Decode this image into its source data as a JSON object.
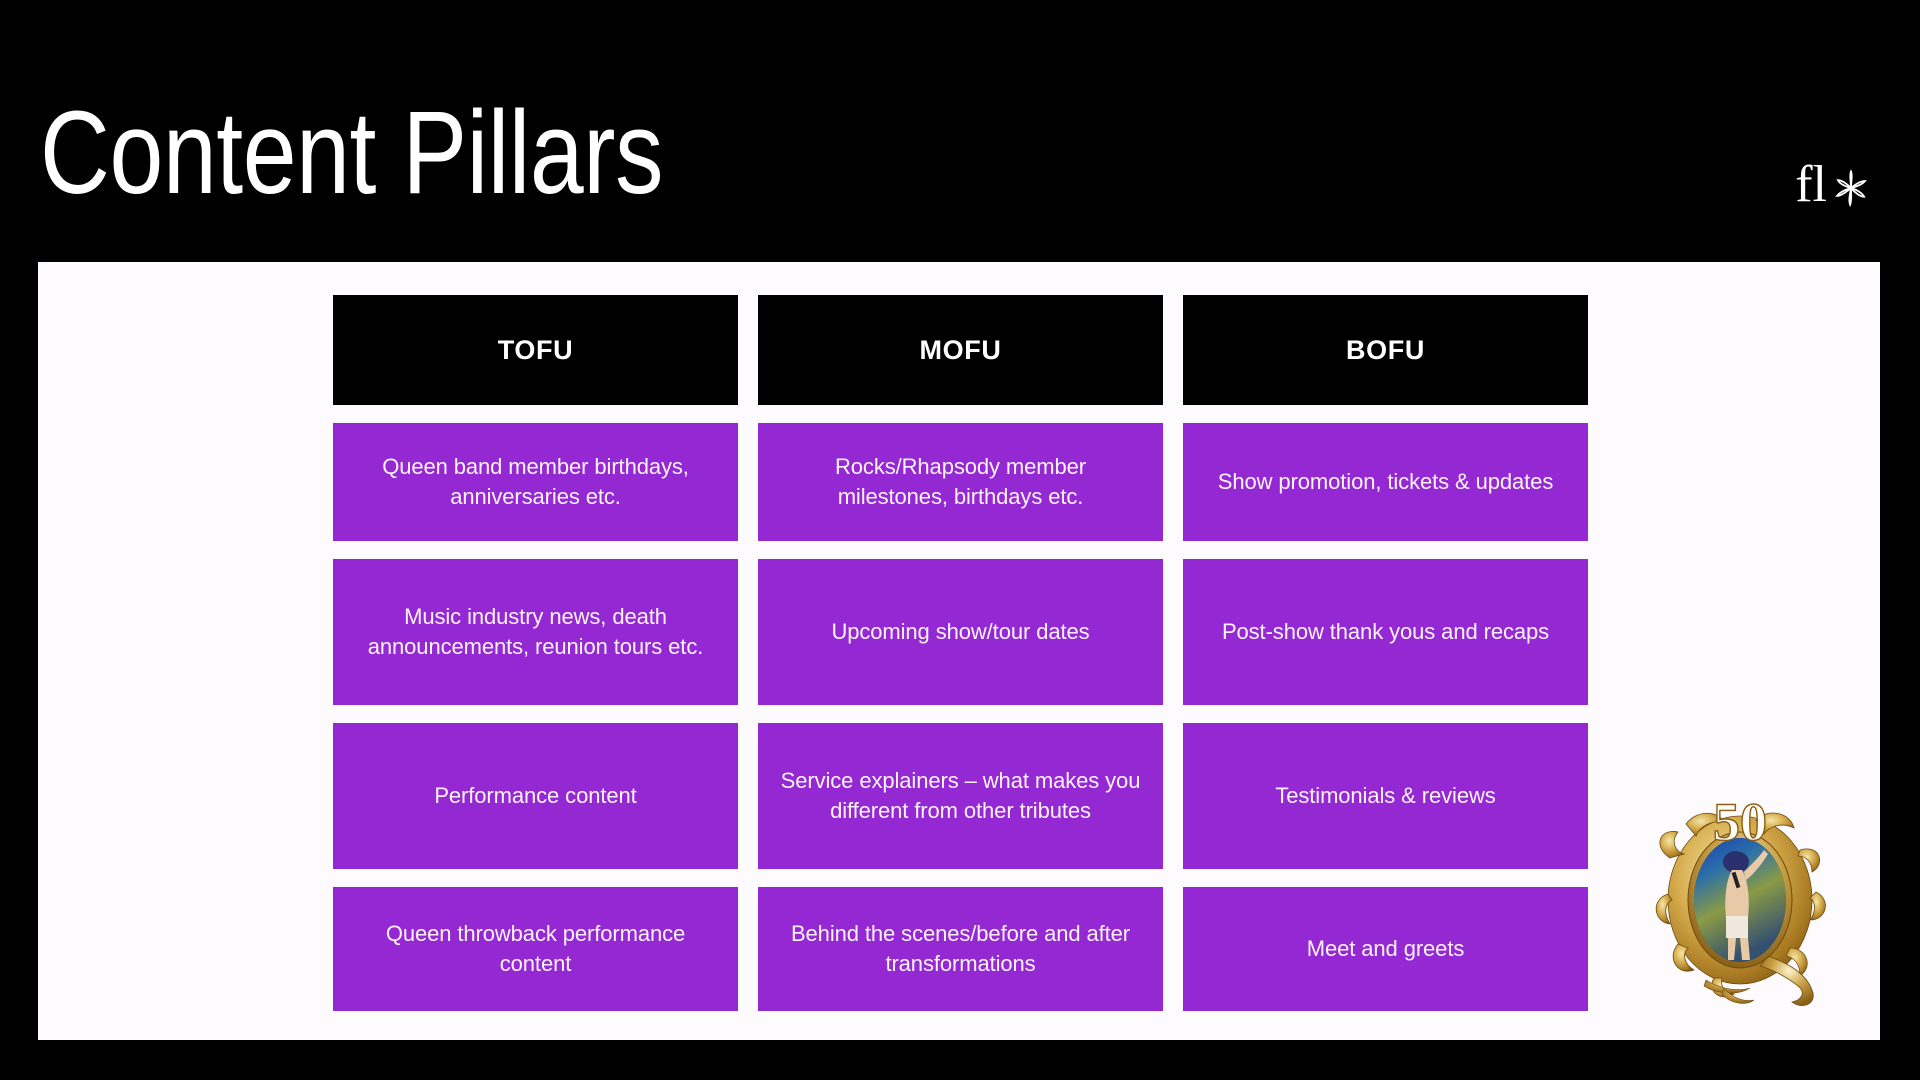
{
  "slide": {
    "title": "Content Pillars",
    "background_color": "#000000",
    "panel_color": "#fdfbfe",
    "accent_color": "#9429d4",
    "header_cell_color": "#000000"
  },
  "brand": {
    "wordmark": "fl",
    "flower_icon": "flower-asterisk-icon"
  },
  "table": {
    "columns": [
      {
        "key": "tofu",
        "header": "TOFU"
      },
      {
        "key": "mofu",
        "header": "MOFU"
      },
      {
        "key": "bofu",
        "header": "BOFU"
      }
    ],
    "rows": [
      {
        "tofu": "Queen band member birthdays, anniversaries etc.",
        "mofu": "Rocks/Rhapsody member milestones, birthdays etc.",
        "bofu": "Show promotion, tickets & updates"
      },
      {
        "tofu": "Music industry news, death announcements, reunion tours etc.",
        "mofu": "Upcoming show/tour dates",
        "bofu": "Post-show thank yous and recaps"
      },
      {
        "tofu": "Performance content",
        "mofu": "Service explainers – what makes you different from other tributes",
        "bofu": "Testimonials & reviews"
      },
      {
        "tofu": "Queen throwback performance content",
        "mofu": "Behind the scenes/before and after transformations",
        "bofu": "Meet and greets"
      }
    ]
  },
  "badge": {
    "name": "queen-50-anniversary-badge",
    "number": "50",
    "letter": "Q"
  }
}
